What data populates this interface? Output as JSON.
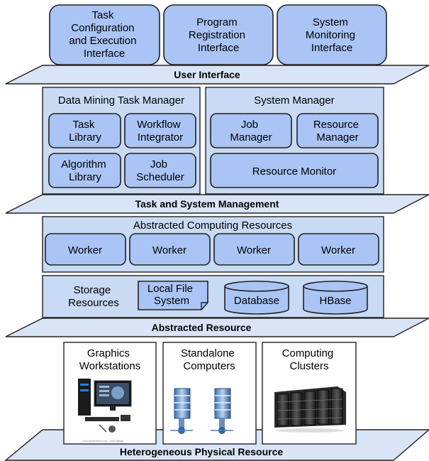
{
  "user_interface": {
    "layer_label": "User Interface",
    "boxes": [
      [
        "Task",
        "Configuration",
        "and Execution",
        "Interface"
      ],
      [
        "Program",
        "Registration",
        "Interface"
      ],
      [
        "System",
        "Monitoring",
        "Interface"
      ]
    ]
  },
  "task_system": {
    "layer_label": "Task and System Management",
    "dm_title": "Data Mining Task Manager",
    "dm_boxes": [
      [
        "Task",
        "Library"
      ],
      [
        "Workflow",
        "Integrator"
      ],
      [
        "Algorithm",
        "Library"
      ],
      [
        "Job",
        "Scheduler"
      ]
    ],
    "sm_title": "System Manager",
    "sm_boxes": [
      [
        "Job",
        "Manager"
      ],
      [
        "Resource",
        "Manager"
      ]
    ],
    "resource_monitor": "Resource Monitor"
  },
  "abstracted": {
    "layer_label": "Abstracted Resource",
    "computing_title": "Abstracted Computing Resources",
    "workers": [
      "Worker",
      "Worker",
      "Worker",
      "Worker"
    ],
    "storage_label": [
      "Storage",
      "Resources"
    ],
    "local_fs": [
      "Local File",
      "System"
    ],
    "database": "Database",
    "hbase": "HBase"
  },
  "physical": {
    "layer_label": "Heterogeneous Physical Resource",
    "boxes": [
      [
        "Graphics",
        "Workstations"
      ],
      [
        "Standalone",
        "Computers"
      ],
      [
        "Computing",
        "Clusters"
      ]
    ],
    "image_caption": "www.shutterstock.com · 2406786666"
  }
}
